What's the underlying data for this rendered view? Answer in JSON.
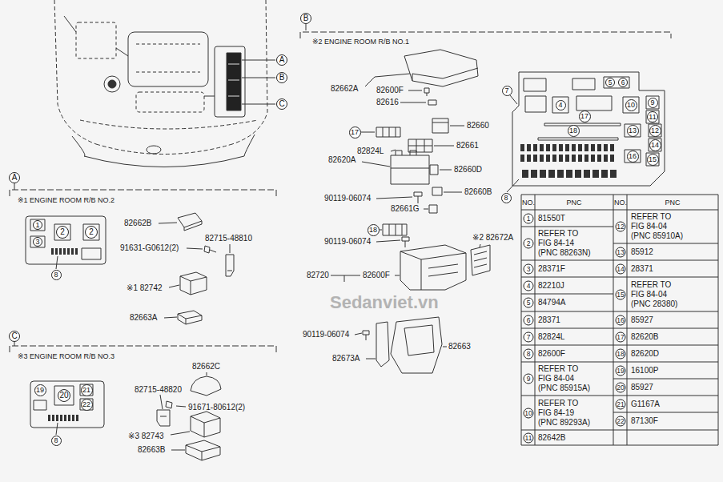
{
  "diagram": {
    "nodes": [
      {
        "text": [
          "A"
        ]
      },
      {
        "text": [
          "B"
        ]
      },
      {
        "text": [
          "C"
        ]
      },
      {
        "text": [
          "A"
        ]
      },
      {
        "text": [
          "B"
        ]
      },
      {
        "text": [
          "C"
        ]
      },
      {
        "text": [
          "1"
        ]
      },
      {
        "text": [
          "2"
        ]
      },
      {
        "text": [
          "2"
        ]
      },
      {
        "text": [
          "3"
        ]
      },
      {
        "text": [
          "8"
        ]
      },
      {
        "text": [
          "17"
        ]
      },
      {
        "text": [
          "18"
        ]
      },
      {
        "text": [
          "7"
        ]
      },
      {
        "text": [
          "5"
        ]
      },
      {
        "text": [
          "6"
        ]
      },
      {
        "text": [
          "4"
        ]
      },
      {
        "text": [
          "10"
        ]
      },
      {
        "text": [
          "9"
        ]
      },
      {
        "text": [
          "11"
        ]
      },
      {
        "text": [
          "17"
        ]
      },
      {
        "text": [
          "18"
        ]
      },
      {
        "text": [
          "13"
        ]
      },
      {
        "text": [
          "12"
        ]
      },
      {
        "text": [
          "14"
        ]
      },
      {
        "text": [
          "16"
        ]
      },
      {
        "text": [
          "15"
        ]
      },
      {
        "text": [
          "8"
        ]
      },
      {
        "text": [
          "19"
        ]
      },
      {
        "text": [
          "20"
        ]
      },
      {
        "text": [
          "21"
        ]
      },
      {
        "text": [
          "22"
        ]
      },
      {
        "text": [
          "8"
        ]
      }
    ],
    "labels": [
      "※1 ENGINE ROOM R/B NO.2",
      "82662B",
      "82715-48810",
      "91631-G0612(2)",
      "※1 82742",
      "82663A",
      "※3 ENGINE ROOM R/B NO.3",
      "82662C",
      "82715-48820",
      "91671-80612(2)",
      "※3 82743",
      "82663B",
      "※2 ENGINE ROOM R/B NO.1",
      "82662A",
      "82600F",
      "82616",
      "82660",
      "82661",
      "82824L",
      "82620A",
      "82660D",
      "90119-06074",
      "82660B",
      "82661G",
      "90119-06074",
      "※2 82672A",
      "82720",
      "82600F",
      "90119-06074",
      "82673A",
      "82663",
      "Sedanviet.vn",
      "NO.",
      "PNC",
      "NO.",
      "PNC",
      "1",
      "81550T",
      "2",
      "REFER TO FIG 84-14 (PNC 88263N)",
      "3",
      "28371F",
      "4",
      "82210J",
      "5",
      "84794A",
      "6",
      "28371",
      "7",
      "82824L",
      "8",
      "82600F",
      "9",
      "REFER TO FIG 84-04 (PNC 85915A)",
      "10",
      "REFER TO FIG 84-19 (PNC 89293A)",
      "11",
      "82642B",
      "12",
      "REFER TO FIG 84-04 (PNC 85910A)",
      "13",
      "85912",
      "14",
      "28371",
      "15",
      "REFER TO FIG 84-04 (PNC 28380)",
      "16",
      "85927",
      "17",
      "82620B",
      "18",
      "82620D",
      "19",
      "16100P",
      "20",
      "85927",
      "21",
      "G1167A",
      "22",
      "87130F"
    ]
  }
}
